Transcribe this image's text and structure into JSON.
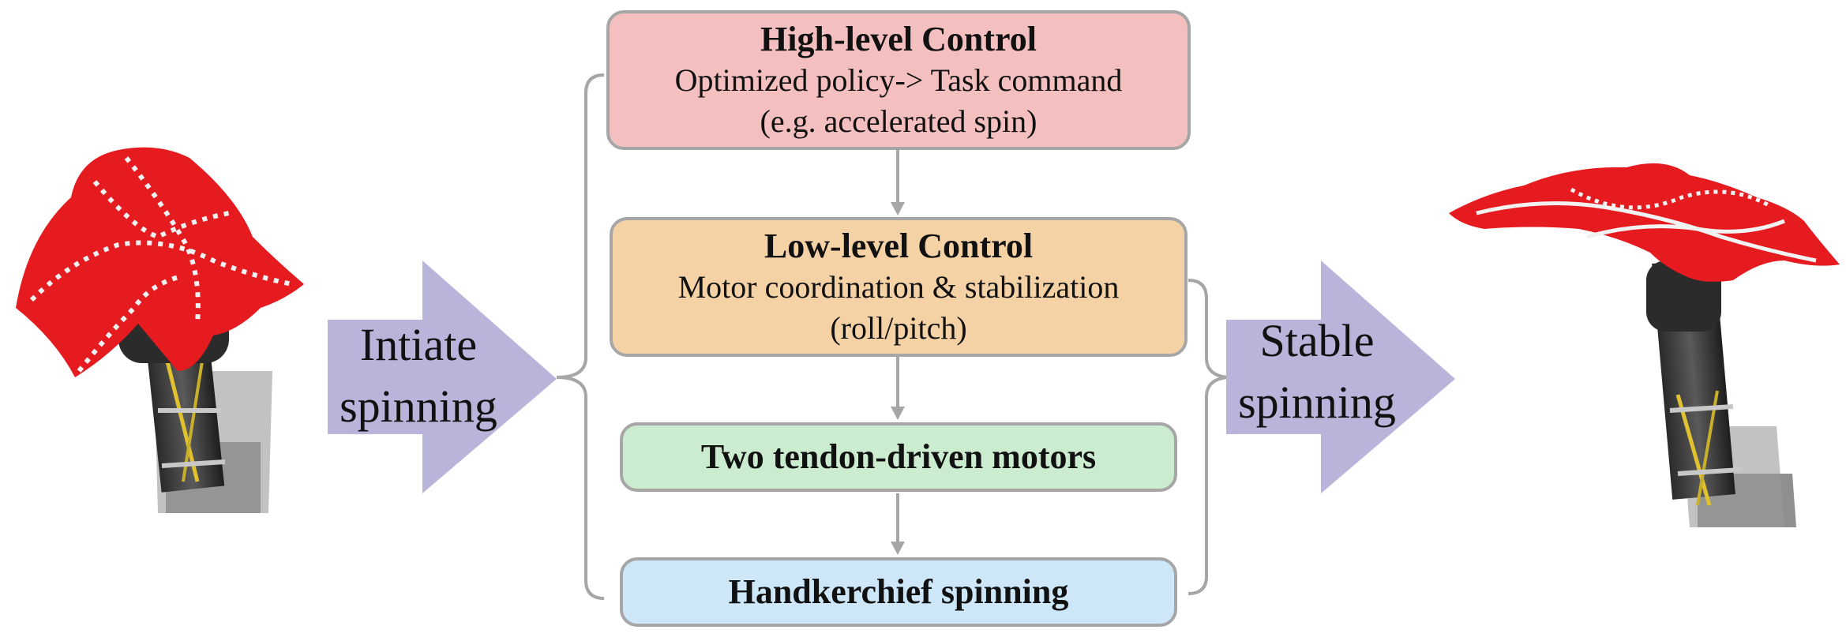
{
  "colors": {
    "high_fill": "#f4bfbf",
    "low_fill": "#f5d2a6",
    "motors_fill": "#cbeccf",
    "spin_fill": "#cde7f8",
    "arrow_fill": "#b8b4da",
    "connector": "#a6a6a6",
    "cloth_red": "#e51b20"
  },
  "left_arrow": {
    "line1": "Intiate",
    "line2": "spinning"
  },
  "right_arrow": {
    "line1": "Stable",
    "line2": "spinning"
  },
  "high_level": {
    "title": "High-level Control",
    "line1": "Optimized policy-> Task command",
    "line2": "(e.g. accelerated spin)"
  },
  "low_level": {
    "title": "Low-level Control",
    "line1": "Motor coordination & stabilization",
    "line2": "(roll/pitch)"
  },
  "motors": {
    "title": "Two tendon-driven motors"
  },
  "spinning": {
    "title": "Handkerchief spinning"
  },
  "images": {
    "left": "handkerchief-draped-robot-photo",
    "right": "handkerchief-spinning-robot-photo"
  }
}
